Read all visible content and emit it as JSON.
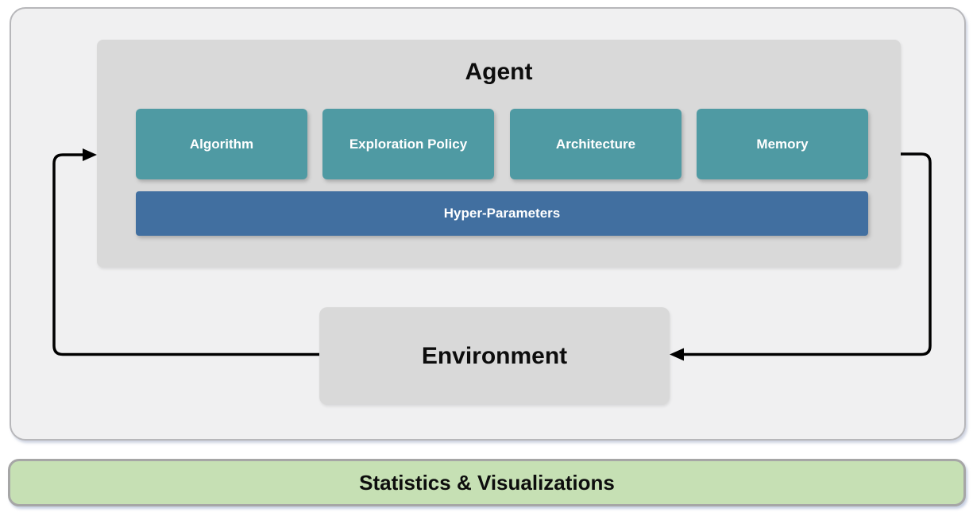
{
  "agent": {
    "title": "Agent",
    "components": [
      {
        "label": "Algorithm"
      },
      {
        "label": "Exploration Policy"
      },
      {
        "label": "Architecture"
      },
      {
        "label": "Memory"
      }
    ],
    "hyper_parameters": {
      "label": "Hyper-Parameters"
    }
  },
  "environment": {
    "label": "Environment"
  },
  "footer": {
    "label": "Statistics & Visualizations"
  },
  "colors": {
    "teal": "#4f9aa3",
    "blue": "#416fa0",
    "gray_box": "#d9d9d9",
    "panel_bg": "#f0f0f1",
    "panel_border": "#b7b7ba",
    "green": "#c6e0b4",
    "green_border": "#a6a6a6",
    "arrow": "#000000"
  }
}
